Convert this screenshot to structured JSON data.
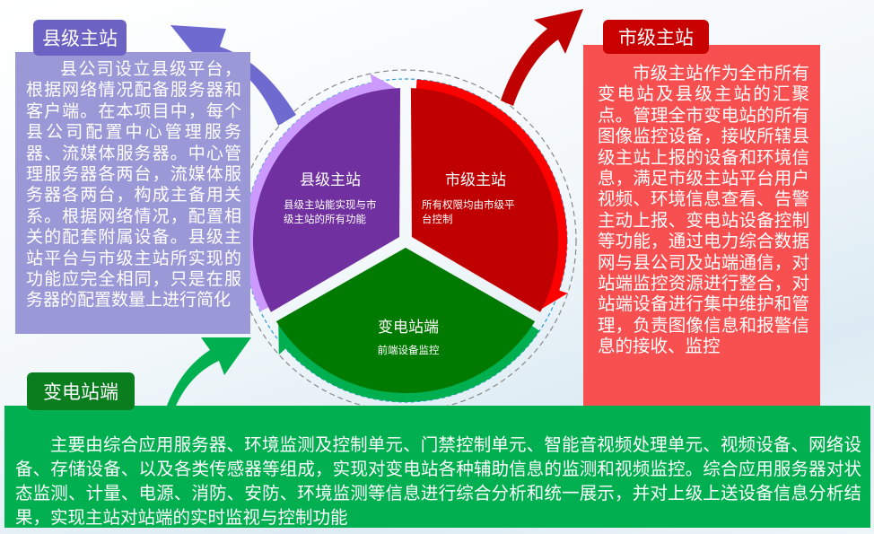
{
  "county": {
    "tag": "县级主站",
    "text": "县公司设立县级平台，根据网络情况配备服务器和客户端。在本项目中，每个县公司配置中心管理服务器、流媒体服务器。中心管理服务器各两台，流媒体服务器各两台，构成主备用关系。根据网络情况，配置相关的配套附属设备。县级主站平台与市级主站所实现的功能应完全相同，只是在服务器的配置数量上进行简化",
    "segment_title": "县级主站",
    "segment_desc_1": "县级主站能实现与市",
    "segment_desc_2": "级主站的所有功能",
    "color": "#7030a0"
  },
  "city": {
    "tag": "市级主站",
    "text": "市级主站作为全市所有变电站及县级主站的汇聚点。管理全市变电站的所有图像监控设备，接收所辖县级主站上报的设备和环境信息，满足市级主站平台用户视频、环境信息查看、告警主动上报、变电站设备控制等功能，通过电力综合数据网与县公司及站端通信，对站端监控资源进行整合，对站端设备进行集中维护和管理，负责图像信息和报警信息的接收、监控",
    "segment_title": "市级主站",
    "segment_desc_1": "所有权限均由市级平",
    "segment_desc_2": "台控制",
    "color": "#c00000"
  },
  "station": {
    "tag": "变电站端",
    "text": "主要由综合应用服务器、环境监测及控制单元、门禁控制单元、智能音视频处理单元、视频设备、网络设备、存储设备、以及各类传感器等组成，实现对变电站各种辅助信息的监测和视频监控。综合应用服务器对状态监测、计量、电源、消防、安防、环境监测等信息进行综合分析和统一展示，并对上级上送设备信息分析结果，实现主站对站端的实时监视与控制功能",
    "segment_title": "变电站端",
    "segment_desc": "前端设备监控",
    "color": "#007a00"
  }
}
